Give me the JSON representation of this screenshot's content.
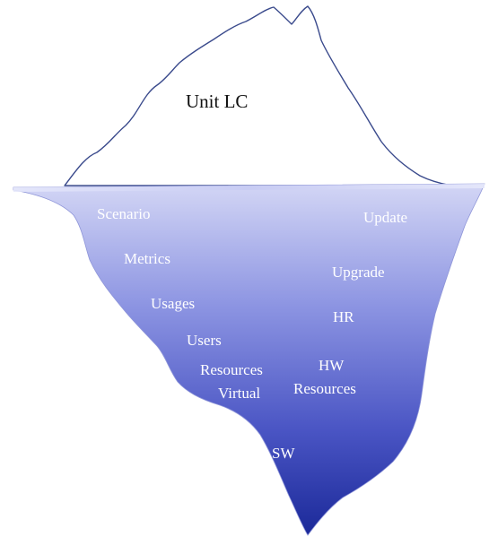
{
  "above_water": {
    "title": "Unit LC"
  },
  "below_water": {
    "left_items": [
      "Scenario",
      "Metrics",
      "Usages",
      "Users",
      "Resources",
      "Virtual"
    ],
    "right_items": [
      "Update",
      "Upgrade",
      "HR",
      "HW",
      "Resources"
    ],
    "bottom_item": "SW"
  },
  "colors": {
    "tip_outline": "#3a4a8c",
    "water_top": "#c9cdf2",
    "water_mid": "#7d86df",
    "water_bottom": "#1c2a9e"
  }
}
